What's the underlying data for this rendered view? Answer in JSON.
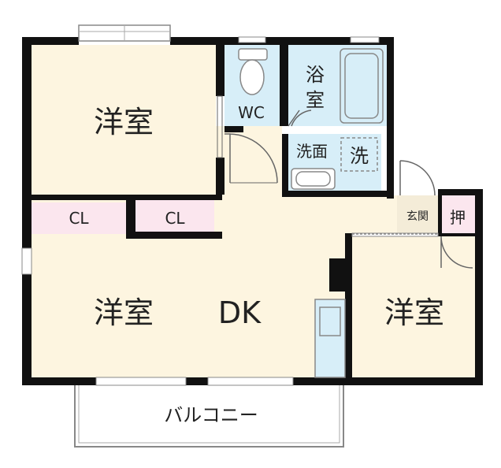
{
  "plan": {
    "rooms": {
      "western_room_top": "洋室",
      "western_room_bottom": "洋室",
      "western_room_right": "洋室",
      "dk": "DK",
      "wc": "WC",
      "bathroom_line1": "浴",
      "bathroom_line2": "室",
      "washroom": "洗面",
      "washer": "洗",
      "closet_left": "CL",
      "closet_right": "CL",
      "entrance": "玄関",
      "storage": "押",
      "balcony": "バルコニー"
    },
    "colors": {
      "floor": "#fdf5e0",
      "wet_area": "#d7eef8",
      "closet": "#fbe6ee",
      "wall": "#111111",
      "outline": "#888888"
    }
  }
}
